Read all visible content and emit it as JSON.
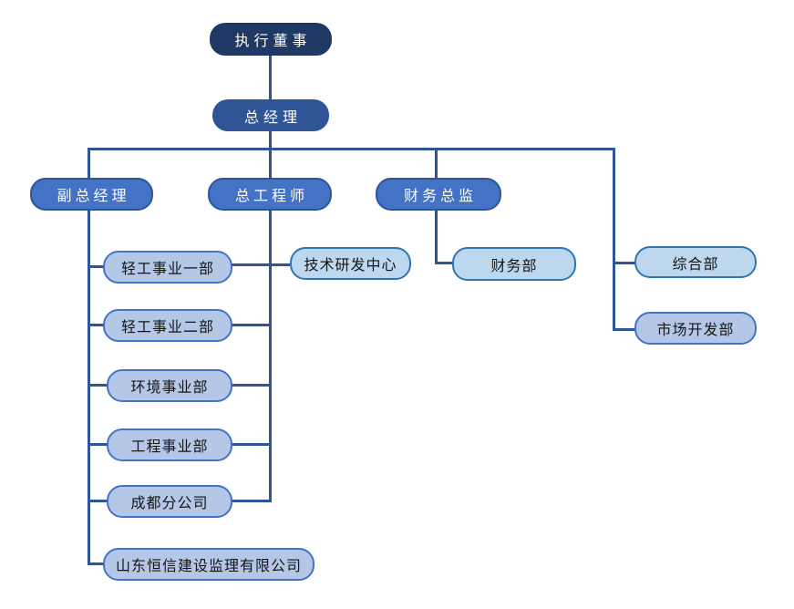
{
  "org_chart": {
    "nodes": [
      {
        "id": "executive-director",
        "label": "执行董事",
        "level": 1,
        "parent": null
      },
      {
        "id": "general-manager",
        "label": "总经理",
        "level": 2,
        "parent": "executive-director"
      },
      {
        "id": "deputy-general-manager",
        "label": "副总经理",
        "level": 3,
        "parent": "general-manager"
      },
      {
        "id": "chief-engineer",
        "label": "总工程师",
        "level": 3,
        "parent": "general-manager"
      },
      {
        "id": "finance-director",
        "label": "财务总监",
        "level": 3,
        "parent": "general-manager"
      },
      {
        "id": "light-industry-div-1",
        "label": "轻工事业一部",
        "level": 4,
        "parent": "deputy-general-manager"
      },
      {
        "id": "light-industry-div-2",
        "label": "轻工事业二部",
        "level": 4,
        "parent": "deputy-general-manager"
      },
      {
        "id": "environment-div",
        "label": "环境事业部",
        "level": 4,
        "parent": "deputy-general-manager"
      },
      {
        "id": "engineering-div",
        "label": "工程事业部",
        "level": 4,
        "parent": "deputy-general-manager"
      },
      {
        "id": "chengdu-branch",
        "label": "成都分公司",
        "level": 4,
        "parent": "deputy-general-manager"
      },
      {
        "id": "shandong-hengxin-company",
        "label": "山东恒信建设监理有限公司",
        "level": 4,
        "parent": "deputy-general-manager"
      },
      {
        "id": "tech-rd-center",
        "label": "技术研发中心",
        "level": 4,
        "parent": "chief-engineer"
      },
      {
        "id": "finance-dept",
        "label": "财务部",
        "level": 4,
        "parent": "finance-director"
      },
      {
        "id": "general-affairs-dept",
        "label": "综合部",
        "level": 4,
        "parent": "general-manager"
      },
      {
        "id": "market-development-dept",
        "label": "市场开发部",
        "level": 4,
        "parent": "general-manager"
      }
    ],
    "colors": {
      "level1_fill": "#1f3864",
      "level2_fill": "#2f5597",
      "level3_fill": "#4472c4",
      "level3_border": "#2f5597",
      "dept_lavender_fill": "#b4c7e7",
      "dept_lavender_border": "#4472c4",
      "dept_skyblue_fill": "#bdd7ee",
      "dept_skyblue_border": "#2e75b6",
      "connector_line": "#2f5597",
      "text_on_dark": "#ffffff",
      "text_on_light": "#151515",
      "background": "#ffffff"
    }
  }
}
